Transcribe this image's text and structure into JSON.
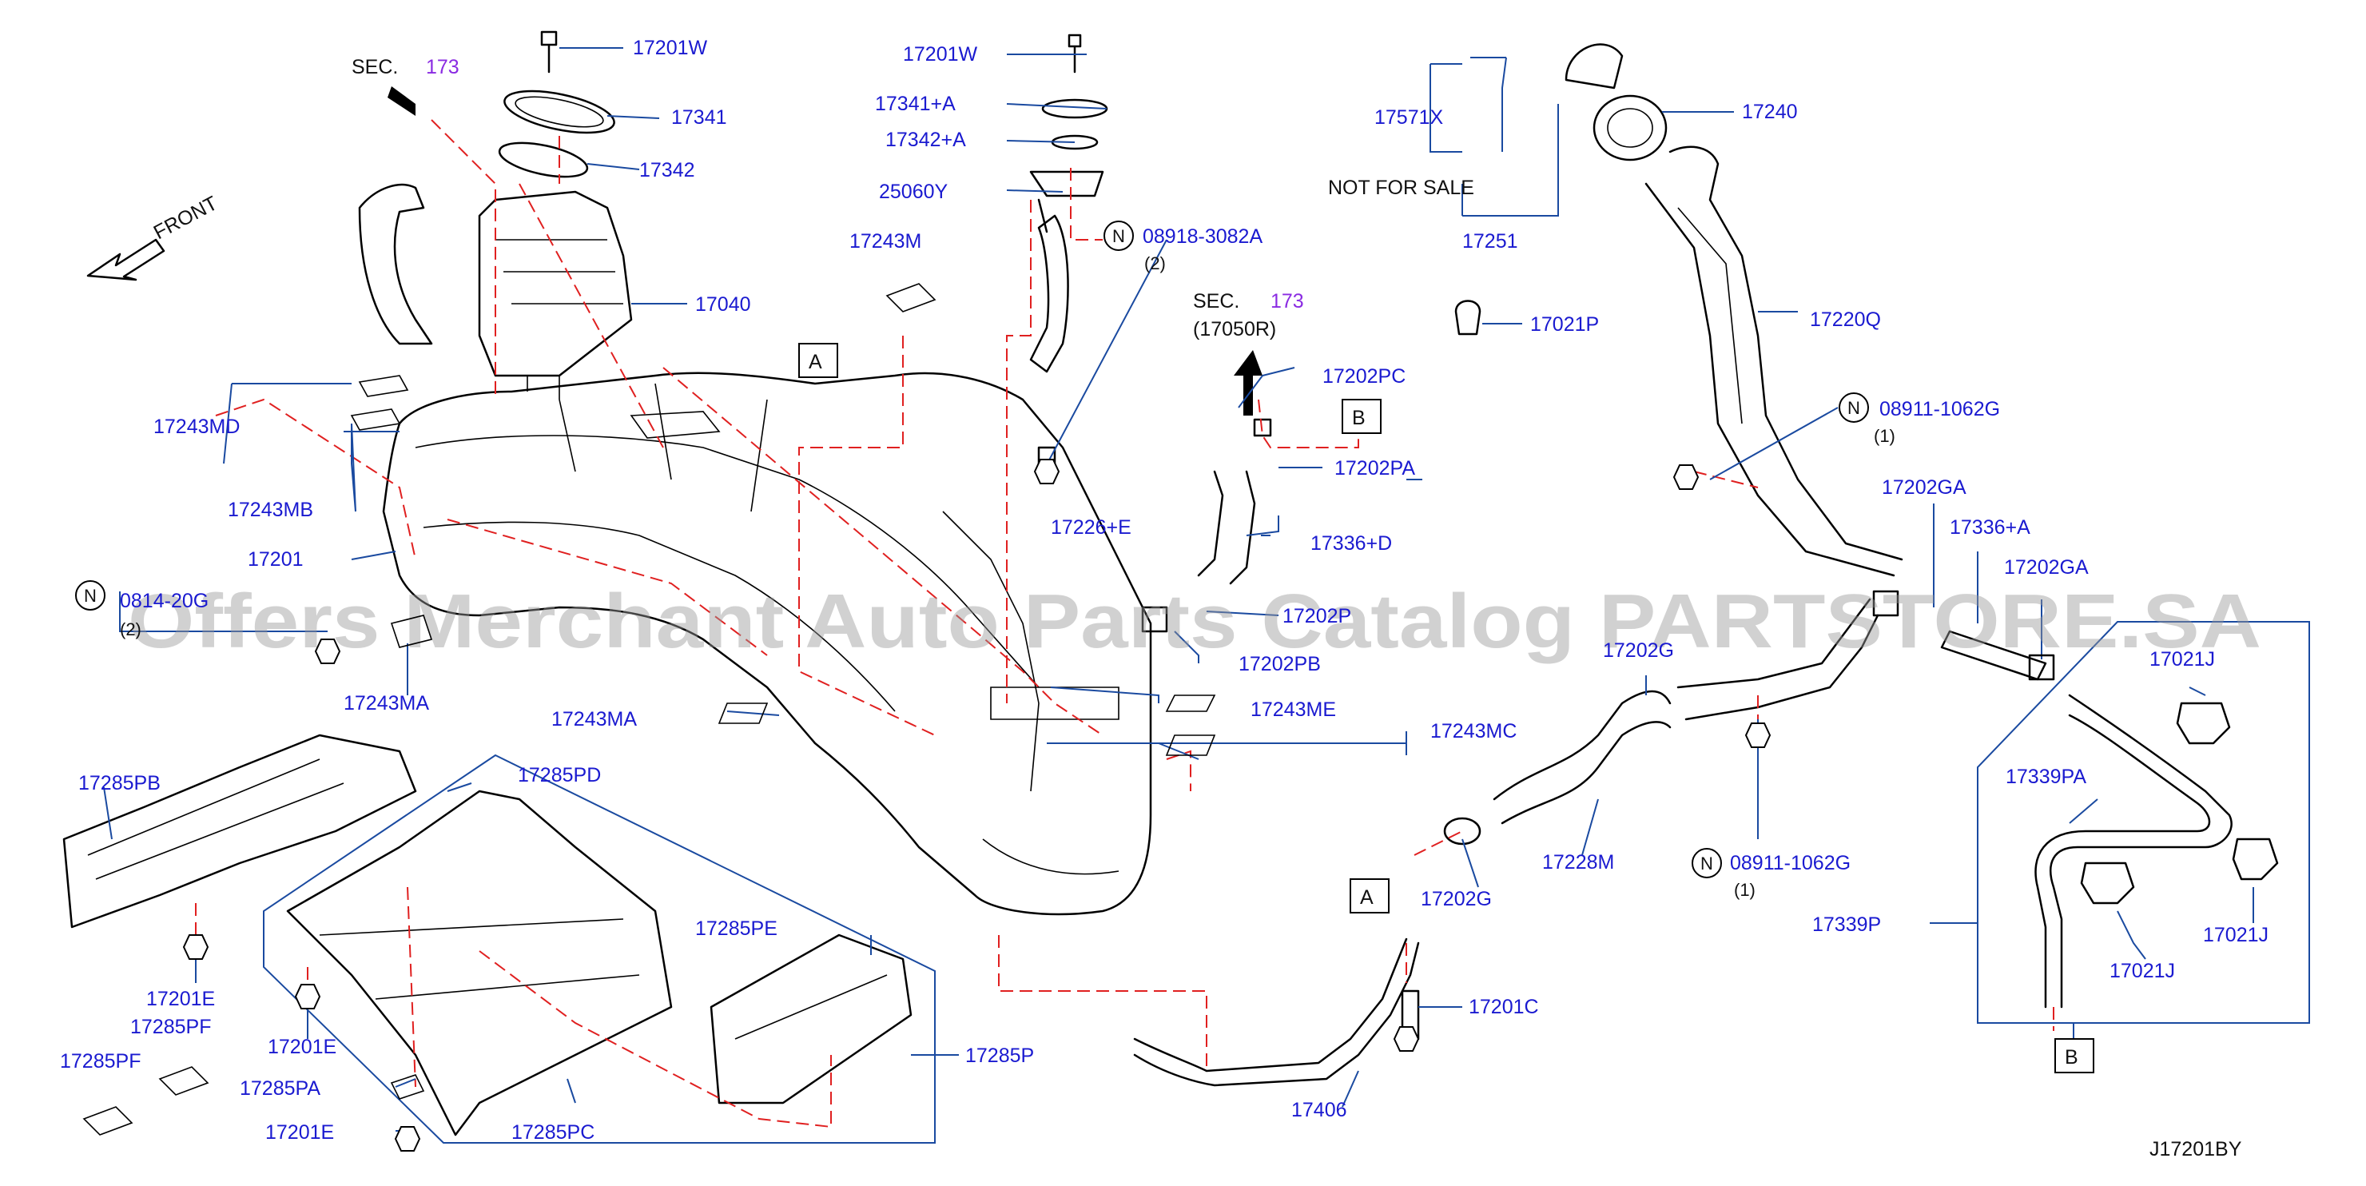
{
  "watermark": "Offers Merchant Auto Parts Catalog PARTSTORE.SA",
  "diagram_id": "J17201BY",
  "front_label": "FRONT",
  "sec_prefix": "SEC.",
  "sec_number": "173",
  "sec_sub": "(17050R)",
  "not_for_sale": "NOT   FOR   SALE",
  "nut_symbol": "N",
  "callouts": {
    "A": "A",
    "B": "B"
  },
  "labels": {
    "p17201W_a": "17201W",
    "p17341": "17341",
    "p17342": "17342",
    "p17040": "17040",
    "p17201W_b": "17201W",
    "p17341A": "17341+A",
    "p17342A": "17342+A",
    "p25060Y": "25060Y",
    "p17243M": "17243M",
    "p08918": "08918-3082A",
    "q08918": "(2)",
    "p17571X": "17571X",
    "p17240": "17240",
    "p17251": "17251",
    "p17021P": "17021P",
    "p17220Q": "17220Q",
    "p08911a": "08911-1062G",
    "q08911a": "(1)",
    "p17202PC": "17202PC",
    "p17202PA": "17202PA",
    "p17336D": "17336+D",
    "p17226E": "17226+E",
    "p17202P": "17202P",
    "p17202PB": "17202PB",
    "p17202GA_a": "17202GA",
    "p17336A": "17336+A",
    "p17202GA_b": "17202GA",
    "p17243MD": "17243MD",
    "p17243MB": "17243MB",
    "p17201": "17201",
    "p0814": "0814-20G",
    "q0814": "(2)",
    "p17243MA_a": "17243MA",
    "p17243MA_b": "17243MA",
    "p17243ME": "17243ME",
    "p17243MC": "17243MC",
    "p17202G_a": "17202G",
    "p17228M": "17228M",
    "p08911b": "08911-1062G",
    "q08911b": "(1)",
    "p17202G_b": "17202G",
    "p17201C": "17201C",
    "p17406": "17406",
    "p17021J_a": "17021J",
    "p17339PA": "17339PA",
    "p17339P": "17339P",
    "p17021J_b": "17021J",
    "p17021J_c": "17021J",
    "p17285PB": "17285PB",
    "p17285PD": "17285PD",
    "p17285PE": "17285PE",
    "p17285P": "17285P",
    "p17201E_a": "17201E",
    "p17285PF_a": "17285PF",
    "p17285PF_b": "17285PF",
    "p17201E_b": "17201E",
    "p17285PA": "17285PA",
    "p17201E_c": "17201E",
    "p17285PC": "17285PC"
  }
}
